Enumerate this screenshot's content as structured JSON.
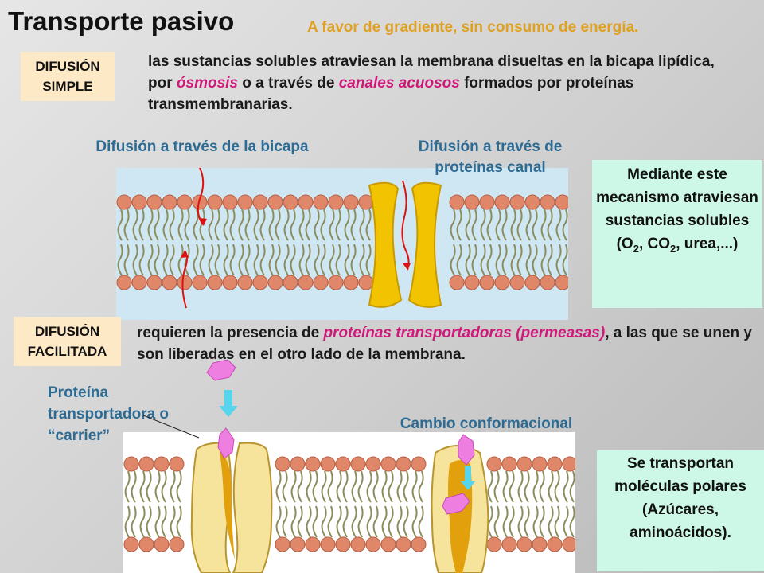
{
  "header": {
    "title": "Transporte pasivo",
    "subtitle": "A favor de gradiente, sin consumo de energía."
  },
  "simple": {
    "tag_line1": "DIFUSIÓN",
    "tag_line2": "SIMPLE",
    "text_a": "las sustancias solubles atraviesan la membrana disueltas en la bicapa lipídica, por ",
    "text_em1": "ósmosis",
    "text_b": " o a través de ",
    "text_em2": "canales acuosos",
    "text_c": " formados por proteínas transmembranarias.",
    "label_bilayer": "Difusión a través de la bicapa",
    "label_channel": "Difusión a través de proteínas canal",
    "note_a": "Mediante este mecanismo atraviesan sustancias solubles (O",
    "note_sub1": "2",
    "note_b": ", CO",
    "note_sub2": "2",
    "note_c": ", urea,...)"
  },
  "facilitated": {
    "tag_line1": "DIFUSIÓN",
    "tag_line2": "FACILITADA",
    "text_a": "requieren la presencia de ",
    "text_em1": "proteínas transportadoras (permeasas)",
    "text_b": ", a las que se unen y son liberadas en el otro lado de la membrana.",
    "label_carrier": "Proteína transportadora o “carrier”",
    "label_change": "Cambio conformacional",
    "note": "Se transportan moléculas polares (Azúcares, aminoácidos)."
  },
  "colors": {
    "water": "#cfe6f3",
    "head": "#e0876a",
    "tail": "#8b8b5c",
    "channel": "#f2c300",
    "carrier": "#f6e39c",
    "molecule": "#ee7fe0",
    "arrow_red": "#e01010",
    "arrow_cyan": "#55d6ec"
  }
}
